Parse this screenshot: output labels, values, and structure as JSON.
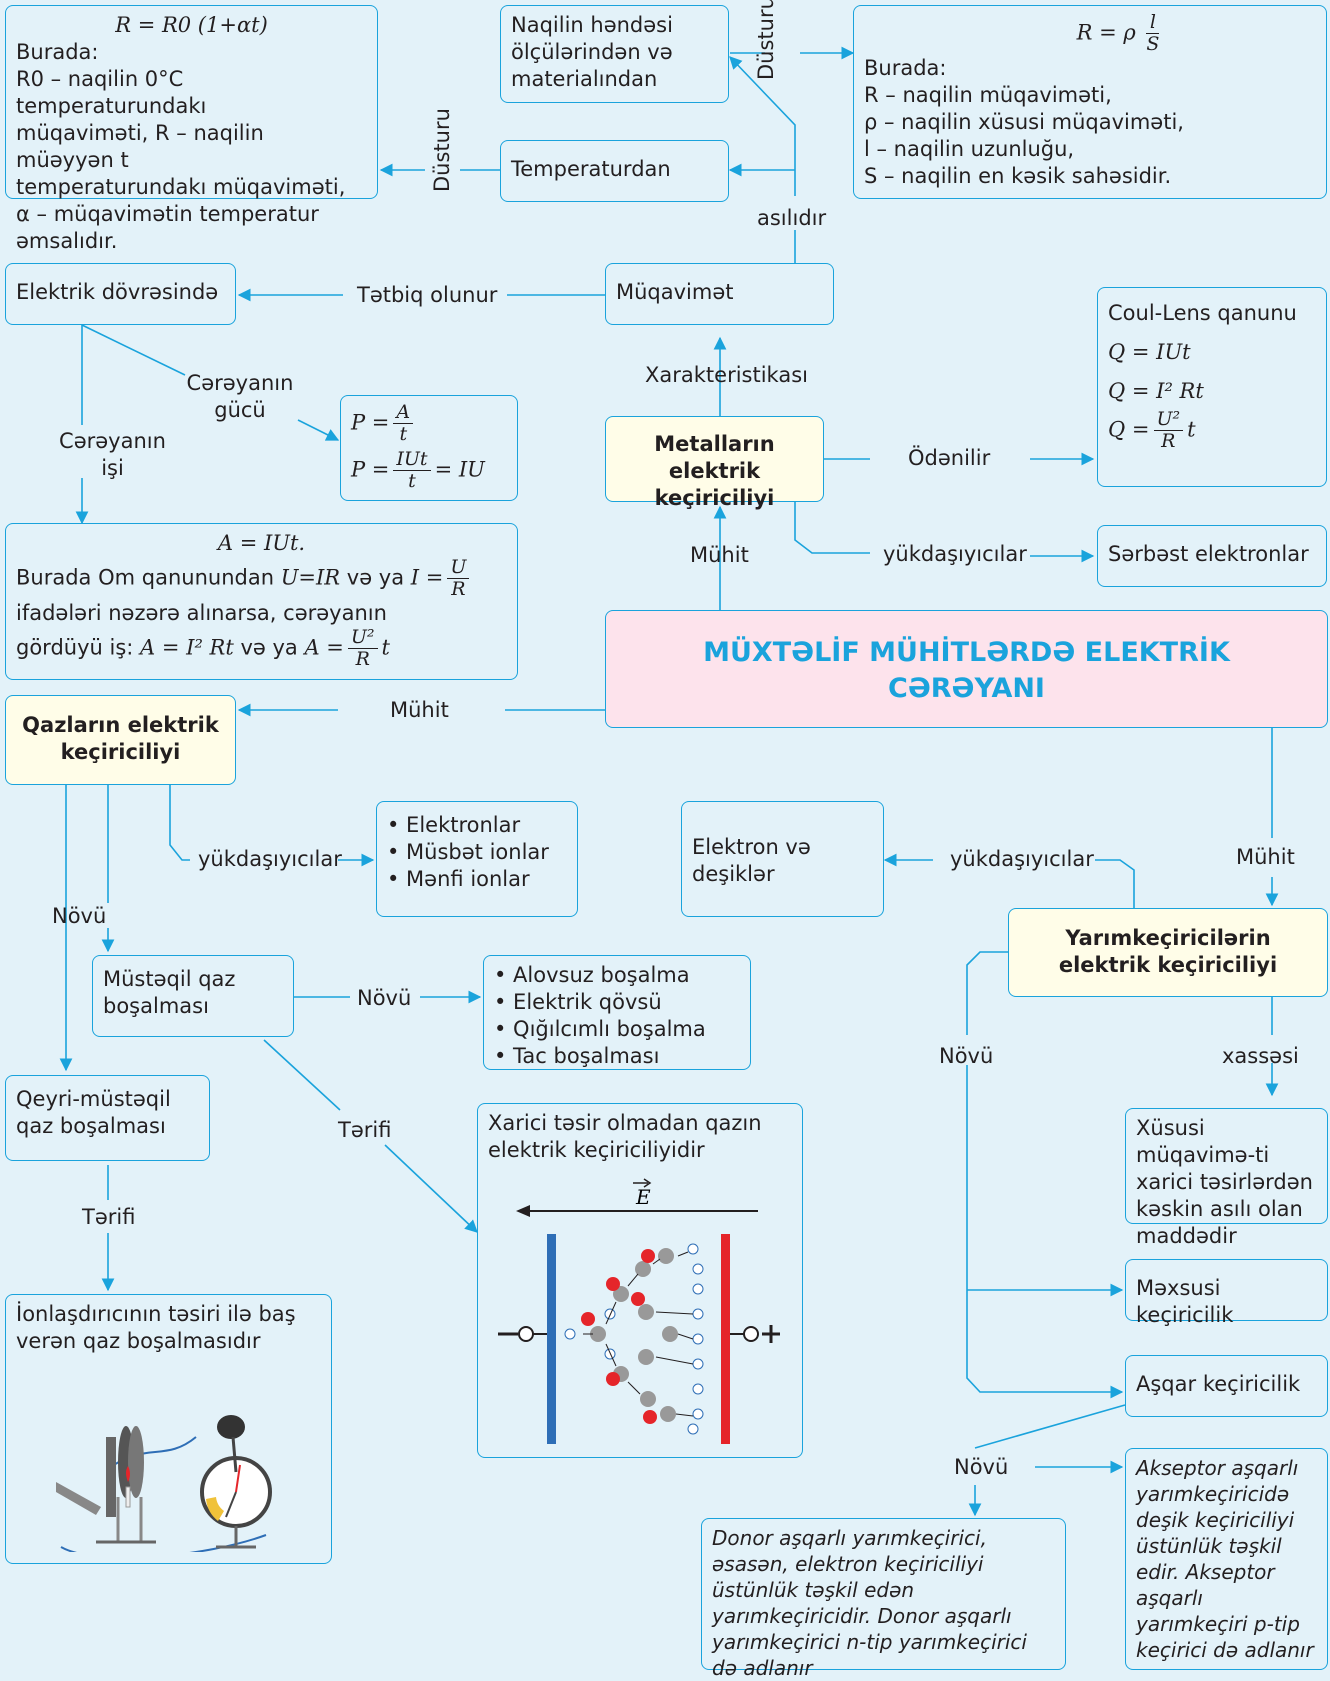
{
  "central": {
    "title_line1": "MÜXTƏLİF MÜHİTLƏRDƏ ELEKTRİK",
    "title_line2": "CƏRƏYANI"
  },
  "metals": {
    "title": "Metalların elektrik keçiriciliyi",
    "medium_label": "Mühit",
    "characteristic_label": "Xarakteristikası",
    "resistance": "Müqavimət",
    "depends_label": "asılıdır",
    "geometry": "Naqilin həndəsi ölçülərindən və materialından",
    "temperature": "Temperaturdan",
    "formula_label": "Düsturu",
    "formula_r": {
      "formula": "R = ρ l/S",
      "burada": "Burada:",
      "lines": [
        "R – naqilin müqaviməti,",
        "ρ – naqilin xüsusi müqaviməti,",
        "l – naqilin uzunluğu,",
        "S – naqilin en kəsik sahəsidir."
      ]
    },
    "formula_t": {
      "formula": "R = R0 (1+αt)",
      "burada": "Burada:",
      "line1": "R0 – naqilin 0°C  temperaturundakı",
      "line2": "müqaviməti, R – naqilin müəyyən t",
      "line3": "temperaturundakı müqaviməti,",
      "line4": "α – müqavimətin temperatur",
      "line5": "əmsalıdır."
    },
    "applied_label": "Tətbiq olunur",
    "circuit": "Elektrik dövrəsində",
    "power_label": "Cərəyanın gücü",
    "work_label": "Cərəyanın işi",
    "power_formulas": [
      "P = A/t",
      "P = IUt/t = IU"
    ],
    "work": {
      "formula": "A = IUt.",
      "line1": "Burada Om qanunundan U=IR və ya I = U/R",
      "line2": "ifadələri nəzərə alınarsa, cərəyanın",
      "line3": "gördüyü iş: A = I² Rt və ya A = U²/R t"
    },
    "released_label": "Ödənilir",
    "joule": {
      "title": "Coul-Lens qanunu",
      "formulas": [
        "Q = IUt",
        "Q = I² Rt",
        "Q = U²/R t"
      ]
    },
    "carriers_label": "yükdaşıyıcılar",
    "carriers": "Sərbəst elektronlar"
  },
  "gases": {
    "medium_label": "Mühit",
    "title": "Qazların elektrik keçiriciliyi",
    "carriers_label": "yükdaşıyıcılar",
    "carriers": [
      "• Elektronlar",
      "• Müsbət ionlar",
      "• Mənfi ionlar"
    ],
    "type_label": "Növü",
    "independent": "Müstəqil qaz boşalması",
    "independent_type_label": "Növü",
    "discharge_types": [
      "• Alovsuz boşalma",
      "• Elektrik qövsü",
      "• Qığılcımlı boşalma",
      "• Tac boşalması"
    ],
    "definition_label": "Tərifi",
    "independent_def": "Xarici təsir olmadan qazın elektrik keçiriciliyidir",
    "field_symbol": "E",
    "dependent": "Qeyri-müstəqil qaz boşalması",
    "dependent_def_label": "Tərifi",
    "dependent_def": "İonlaşdırıcının təsiri ilə baş verən qaz boşalmasıdır"
  },
  "semiconductors": {
    "medium_label": "Mühit",
    "title": "Yarımkeçiricilərin elektrik keçiriciliyi",
    "carriers_label": "yükdaşıyıcılar",
    "carriers": "Elektron və deşiklər",
    "property_label": "xassəsi",
    "property": "Xüsusi müqavimə-ti xarici təsirlərdən kəskin asılı olan maddədir",
    "type_label": "Növü",
    "intrinsic": "Məxsusi keçiricilik",
    "impurity": "Aşqar keçiricilik",
    "impurity_type_label": "Növü",
    "donor": "Donor aşqarlı yarımkeçirici, əsasən, elektron  keçiriciliyi üstünlük təşkil edən yarımkeçiricidir. Donor aşqarlı yarımkeçirici  n-tip yarımkeçirici də adlanır",
    "acceptor": "Akseptor aşqarlı yarımkeçiricidə deşik  keçiriciliyi üstünlük təşkil edir. Akseptor aşqarlı yarımkeçiri p-tip keçirici də adlanır"
  },
  "colors": {
    "line": "#1aa3dc",
    "background": "#e3f2f9",
    "cream": "#fffde8",
    "pink": "#fde3ec",
    "title": "#1aa3dc"
  }
}
